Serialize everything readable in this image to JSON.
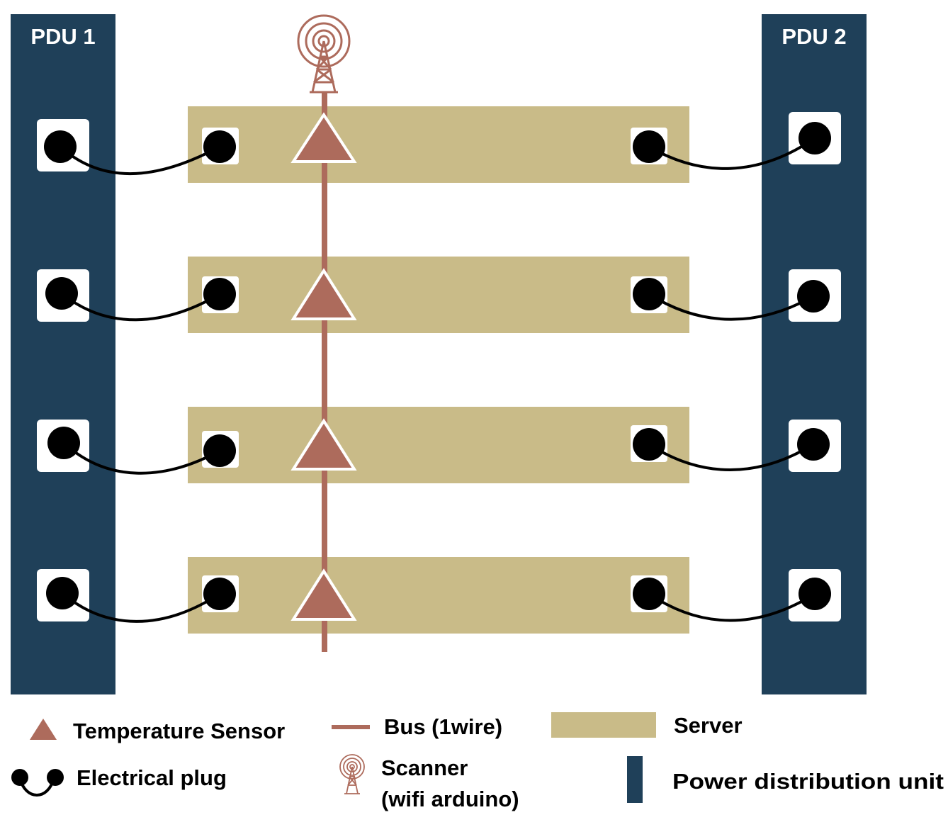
{
  "colors": {
    "pdu": "#1f4059",
    "server": "#c9bb88",
    "sensor": "#ad6b5c",
    "bus": "#ad6b5c",
    "plug": "#000000",
    "socket": "#ffffff",
    "label_light": "#ffffff",
    "label_dark": "#000000"
  },
  "pdus": [
    {
      "label": "PDU 1"
    },
    {
      "label": "PDU 2"
    }
  ],
  "servers": [
    {
      "id": "server-1"
    },
    {
      "id": "server-2"
    },
    {
      "id": "server-3"
    },
    {
      "id": "server-4"
    }
  ],
  "icons": {
    "scanner": "scanner-antenna-icon",
    "sensor": "temperature-sensor-icon",
    "plug": "electrical-plug-icon"
  },
  "legend": {
    "temperature_sensor": "Temperature Sensor",
    "bus": "Bus (1wire)",
    "server": "Server",
    "electrical_plug": "Electrical plug",
    "scanner_line1": "Scanner",
    "scanner_line2": "(wifi arduino)",
    "pdu": "Power distribution unit"
  }
}
